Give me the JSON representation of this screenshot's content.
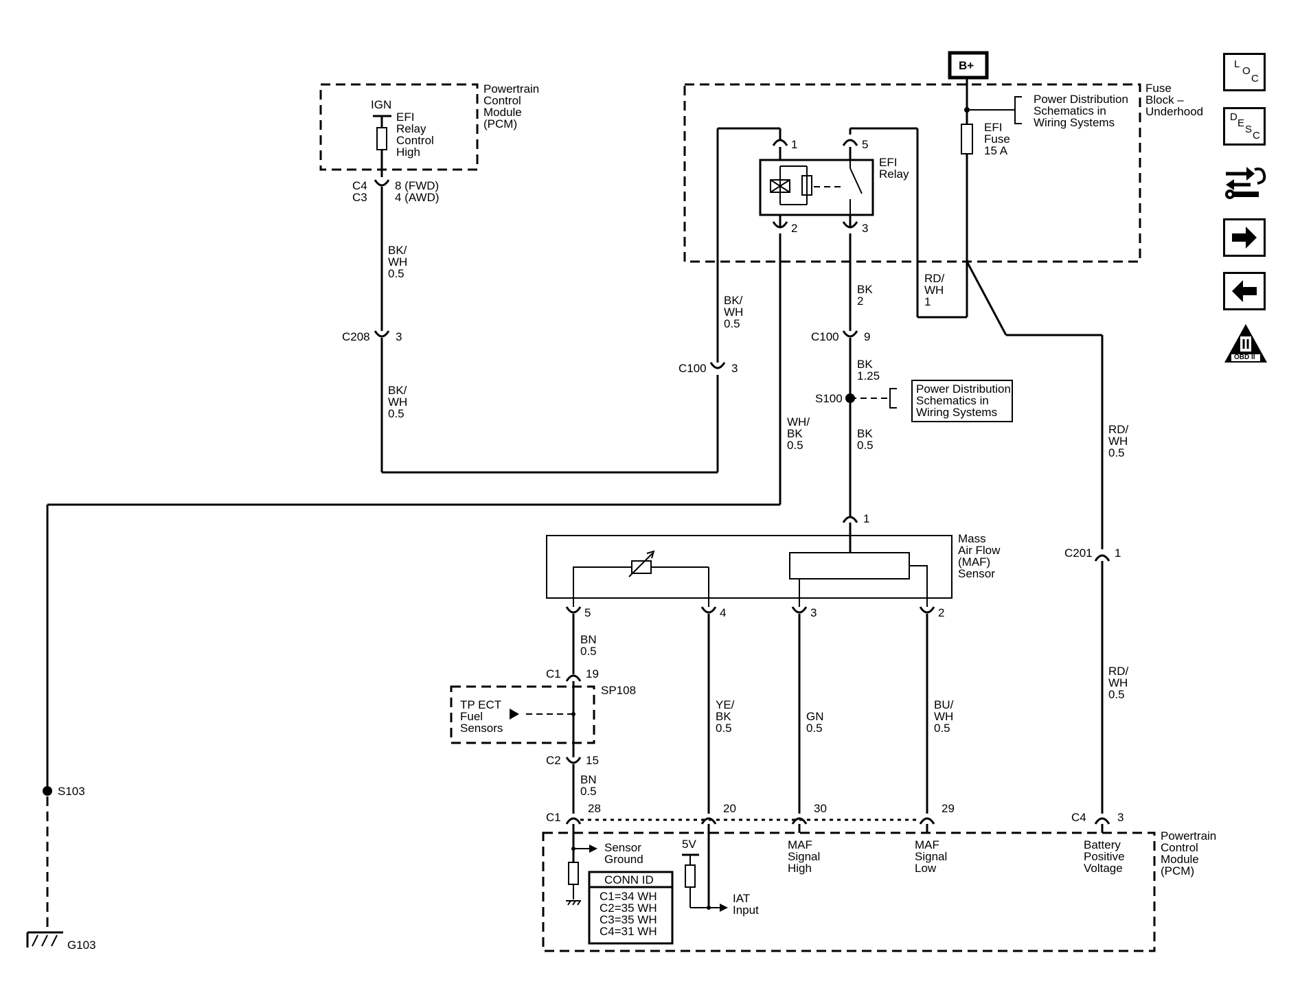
{
  "pcm_top": {
    "title": [
      "Powertrain",
      "Control",
      "Module",
      "(PCM)"
    ],
    "ign": "IGN",
    "circuit": [
      "EFI",
      "Relay",
      "Control",
      "High"
    ]
  },
  "c4c3": {
    "c4": "C4",
    "c3": "C3",
    "pin_fwd": "8 (FWD)",
    "pin_awd": "4 (AWD)"
  },
  "wire_bkwh_top": [
    "BK/",
    "WH",
    "0.5"
  ],
  "c208": {
    "name": "C208",
    "pin": "3"
  },
  "wire_bkwh_lower": [
    "BK/",
    "WH",
    "0.5"
  ],
  "wire_bkwh_c100": [
    "BK/",
    "WH",
    "0.5"
  ],
  "c100_a": {
    "name": "C100",
    "pin": "3"
  },
  "wire_whbk": [
    "WH/",
    "BK",
    "0.5"
  ],
  "bplus": "B+",
  "fuse_block": {
    "title": [
      "Fuse",
      "Block –",
      "Underhood"
    ],
    "pd_ref": [
      "Power Distribution",
      "Schematics in",
      "Wiring  Systems"
    ]
  },
  "efi_relay": {
    "label": [
      "EFI",
      "Relay"
    ],
    "pins": [
      "1",
      "5",
      "2",
      "3"
    ]
  },
  "efi_fuse": [
    "EFI",
    "Fuse",
    "15 A"
  ],
  "wire_bk2": [
    "BK",
    "2"
  ],
  "wire_rdwh1": [
    "RD/",
    "WH",
    "1"
  ],
  "c100_b": {
    "name": "C100",
    "pin": "9"
  },
  "wire_bk125": [
    "BK",
    "1.25"
  ],
  "s100": {
    "name": "S100",
    "ref": [
      "Power Distribution",
      "Schematics in",
      "Wiring  Systems"
    ]
  },
  "wire_bk05": [
    "BK",
    "0.5"
  ],
  "wire_rdwh_a": [
    "RD/",
    "WH",
    "0.5"
  ],
  "maf": {
    "title": [
      "Mass",
      "Air Flow",
      "(MAF)",
      "Sensor"
    ],
    "pins": [
      "1",
      "5",
      "4",
      "3",
      "2"
    ]
  },
  "c201": {
    "name": "C201",
    "pin": "1"
  },
  "wire_rdwh_b": [
    "RD/",
    "WH",
    "0.5"
  ],
  "wire_bn_a": [
    "BN",
    "0.5"
  ],
  "c1_19": {
    "name": "C1",
    "pin": "19"
  },
  "sp108": {
    "name": "SP108",
    "label": [
      "TP ECT",
      "Fuel",
      "Sensors"
    ]
  },
  "c2_15": {
    "name": "C2",
    "pin": "15"
  },
  "wire_bn_b": [
    "BN",
    "0.5"
  ],
  "wire_yebk": [
    "YE/",
    "BK",
    "0.5"
  ],
  "wire_gn": [
    "GN",
    "0.5"
  ],
  "wire_buwh": [
    "BU/",
    "WH",
    "0.5"
  ],
  "s103": "S103",
  "g103": "G103",
  "pcm_bottom": {
    "c1": "C1",
    "pins": [
      "28",
      "20",
      "30",
      "29"
    ],
    "c4": "C4",
    "c4_pin": "3",
    "sensor_ground": [
      "Sensor",
      "Ground"
    ],
    "v5": "5V",
    "iat": [
      "IAT",
      "Input"
    ],
    "maf_high": [
      "MAF",
      "Signal",
      "High"
    ],
    "maf_low": [
      "MAF",
      "Signal",
      "Low"
    ],
    "battery": [
      "Battery",
      "Positive",
      "Voltage"
    ],
    "title": [
      "Powertrain",
      "Control",
      "Module",
      "(PCM)"
    ]
  },
  "conn_id": {
    "title": "CONN ID",
    "rows": [
      "C1=34 WH",
      "C2=35 WH",
      "C3=35 WH",
      "C4=31 WH"
    ]
  },
  "nav": {
    "loc": [
      "L",
      "O",
      "C"
    ],
    "desc": [
      "D",
      "E",
      "S",
      "C"
    ],
    "obd": "OBD II"
  }
}
